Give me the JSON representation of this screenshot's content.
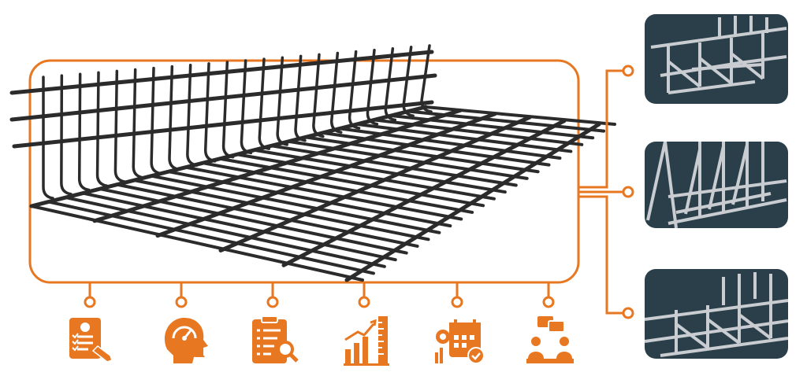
{
  "colors": {
    "accent": "#E87722",
    "steel": "#2B2B2B",
    "panel_bg": "#2A3F4A",
    "frame_metal": "#C9CDD1"
  },
  "icons": [
    {
      "name": "checklist-person-icon"
    },
    {
      "name": "head-gauge-icon"
    },
    {
      "name": "clipboard-search-icon"
    },
    {
      "name": "growth-chart-ruler-icon"
    },
    {
      "name": "calendar-gear-icon"
    },
    {
      "name": "team-discussion-icon"
    }
  ],
  "panels": [
    {
      "name": "support-frame-panel-1"
    },
    {
      "name": "support-frame-panel-2"
    },
    {
      "name": "support-frame-panel-3"
    }
  ]
}
